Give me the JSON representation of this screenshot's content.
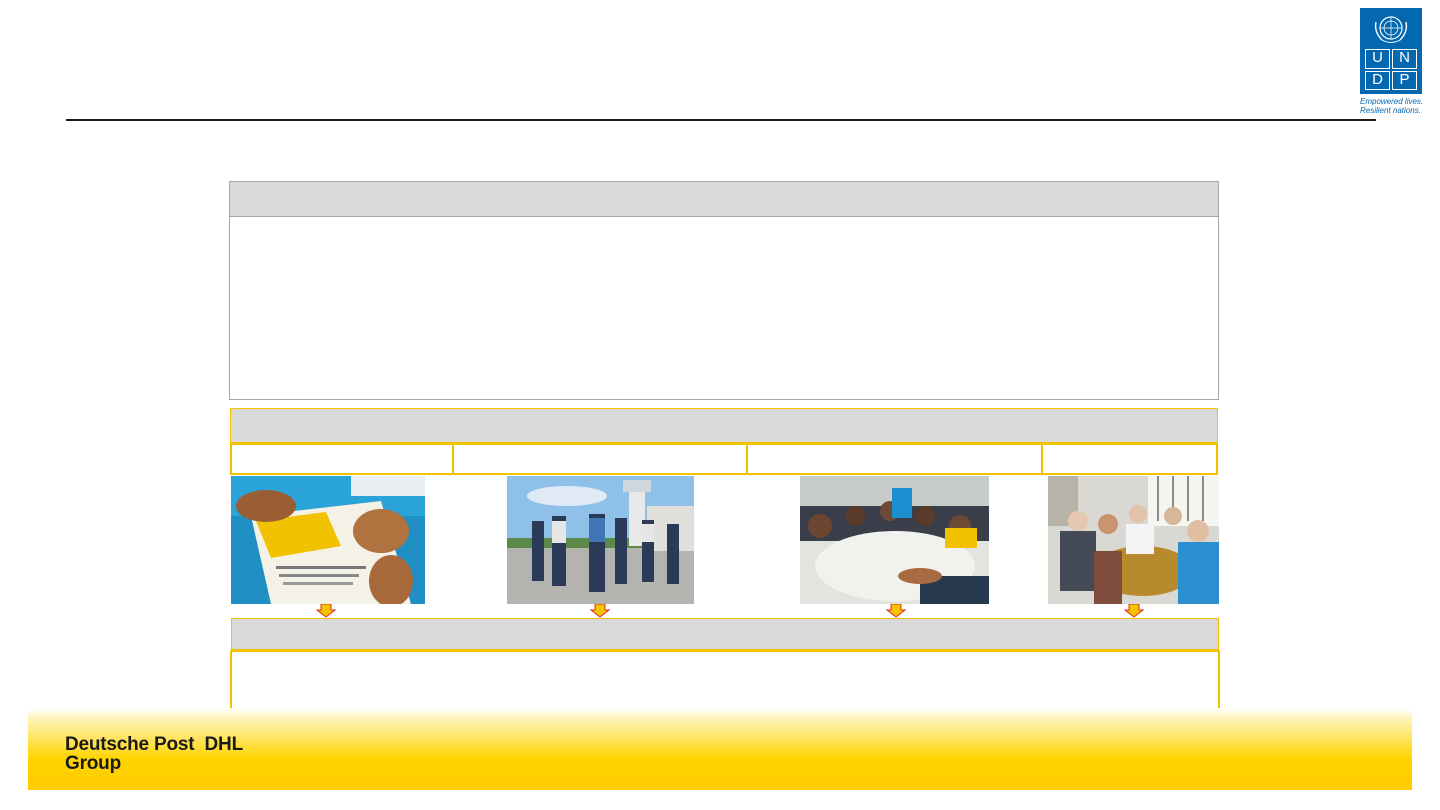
{
  "logo": {
    "letters": [
      "U",
      "N",
      "D",
      "P"
    ],
    "tagline_line1": "Empowered lives.",
    "tagline_line2": "Resilient nations.",
    "color": "#0468b1"
  },
  "footer": {
    "line1": "Deutsche Post  DHL",
    "line2": "Group",
    "color": "#ffcc00"
  },
  "colors": {
    "header_grey": "#d9d9d9",
    "border_yellow": "#f2c200",
    "arrow": "#f5c400",
    "arrow_outline": "#e0301e"
  },
  "photos": [
    {
      "name": "photo-document-reading"
    },
    {
      "name": "photo-airport-walk"
    },
    {
      "name": "photo-workshop-table"
    },
    {
      "name": "photo-meeting-group"
    }
  ]
}
